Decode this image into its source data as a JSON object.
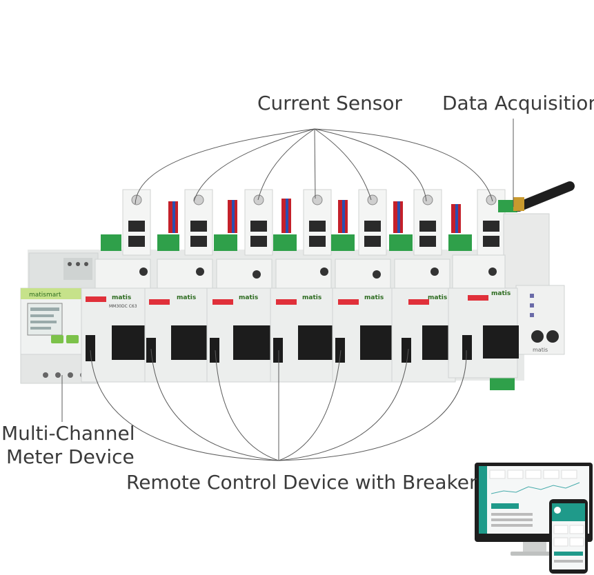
{
  "labels": {
    "current_sensor": "Current Sensor",
    "data_acquisition": "Data Acquisition",
    "meter_line1": "Multi-Channel",
    "meter_line2": "Meter Device",
    "remote_control": "Remote Control Device with Breaker"
  },
  "device_text": {
    "brand": "matis",
    "breaker_model": "MM30DC C63",
    "meter_brand": "matismart"
  },
  "colors": {
    "label_text": "#3a3a3a",
    "connector_green": "#2fa04a",
    "device_body": "#e9ebea",
    "breaker_black": "#1c1c1c",
    "indicator_red": "#e0303a",
    "screen_teal": "#1f9a8a"
  }
}
